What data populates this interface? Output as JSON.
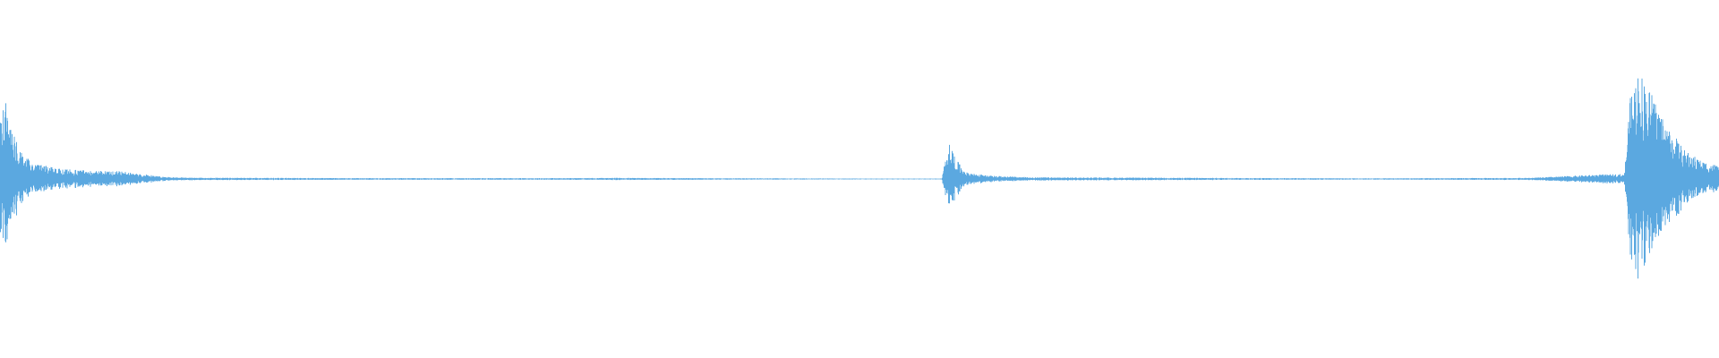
{
  "waveform": {
    "color": "#5ba8e0",
    "background": "#ffffff",
    "envelope": [
      {
        "t": 0.0,
        "a": 0.5
      },
      {
        "t": 0.003,
        "a": 0.72
      },
      {
        "t": 0.005,
        "a": 0.64
      },
      {
        "t": 0.008,
        "a": 0.4
      },
      {
        "t": 0.012,
        "a": 0.24
      },
      {
        "t": 0.02,
        "a": 0.14
      },
      {
        "t": 0.035,
        "a": 0.09
      },
      {
        "t": 0.055,
        "a": 0.075
      },
      {
        "t": 0.07,
        "a": 0.07
      },
      {
        "t": 0.085,
        "a": 0.04
      },
      {
        "t": 0.095,
        "a": 0.02
      },
      {
        "t": 0.11,
        "a": 0.012
      },
      {
        "t": 0.2,
        "a": 0.008
      },
      {
        "t": 0.33,
        "a": 0.008
      },
      {
        "t": 0.36,
        "a": 0.01
      },
      {
        "t": 0.44,
        "a": 0.006
      },
      {
        "t": 0.5,
        "a": 0.004
      },
      {
        "t": 0.52,
        "a": 0.002
      },
      {
        "t": 0.548,
        "a": 0.002
      },
      {
        "t": 0.551,
        "a": 0.28
      },
      {
        "t": 0.553,
        "a": 0.32
      },
      {
        "t": 0.556,
        "a": 0.18
      },
      {
        "t": 0.562,
        "a": 0.06
      },
      {
        "t": 0.575,
        "a": 0.03
      },
      {
        "t": 0.6,
        "a": 0.015
      },
      {
        "t": 0.7,
        "a": 0.01
      },
      {
        "t": 0.8,
        "a": 0.006
      },
      {
        "t": 0.89,
        "a": 0.01
      },
      {
        "t": 0.93,
        "a": 0.04
      },
      {
        "t": 0.945,
        "a": 0.045
      },
      {
        "t": 0.948,
        "a": 0.7
      },
      {
        "t": 0.953,
        "a": 1.0
      },
      {
        "t": 0.958,
        "a": 0.85
      },
      {
        "t": 0.963,
        "a": 0.7
      },
      {
        "t": 0.97,
        "a": 0.48
      },
      {
        "t": 0.98,
        "a": 0.26
      },
      {
        "t": 0.99,
        "a": 0.16
      },
      {
        "t": 1.0,
        "a": 0.12
      }
    ]
  }
}
